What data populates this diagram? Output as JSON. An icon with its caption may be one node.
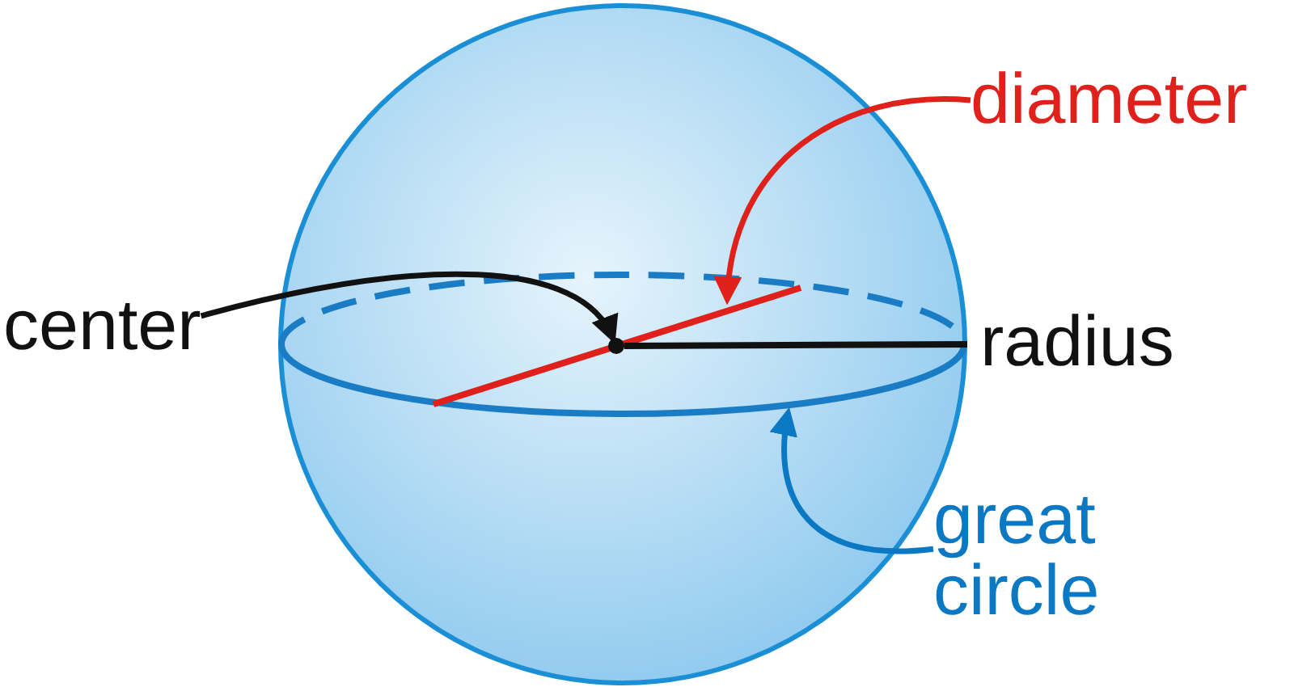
{
  "diagram": {
    "nodes": [
      {
        "text": [],
        "shape": "circle"
      },
      {
        "text": [],
        "shape": "circle",
        "in": 0
      },
      {
        "text": [],
        "shape": "circle",
        "in": 3
      },
      {
        "text": [],
        "shape": "line",
        "in": 1
      },
      {
        "text": [
          "center"
        ]
      },
      {
        "text": [
          "diameter"
        ]
      },
      {
        "text": [
          "great circle"
        ]
      }
    ],
    "edges": [
      {
        "from": 4,
        "to": 2,
        "arrow": "to"
      },
      {
        "from": 5,
        "to": 3,
        "arrow": "to",
        "color": "#e0201b"
      },
      {
        "from": 6,
        "to": 1,
        "arrow": "to",
        "color": "#0a78c2"
      },
      {
        "from": 2,
        "to": 1,
        "arrow": "none"
      }
    ],
    "labels": [
      "radius"
    ]
  }
}
